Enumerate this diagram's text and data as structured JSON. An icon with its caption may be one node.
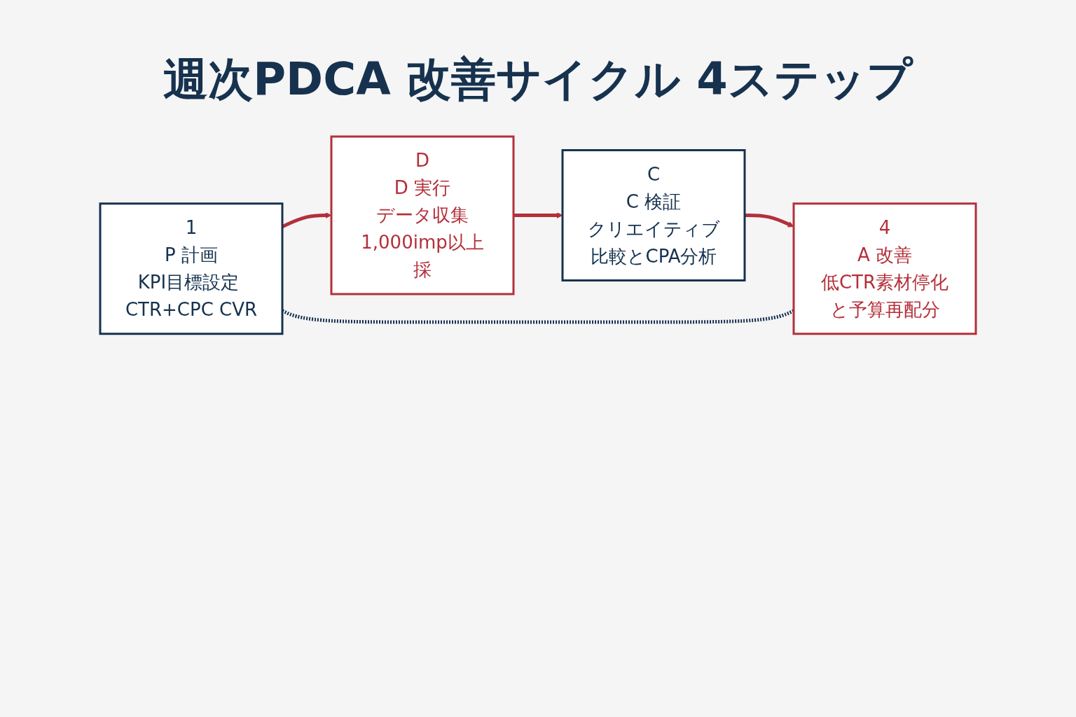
{
  "diagram": {
    "title": "週次PDCA 改善サイクル 4ステップ",
    "nodes": [
      {
        "text": [
          "1",
          "P 計画",
          "KPI目標設定 CTR+CPC CVR"
        ]
      },
      {
        "text": [
          "D",
          "D 実行",
          "データ収集1,000imp以上採"
        ]
      },
      {
        "text": [
          "C",
          "C 検証",
          "クリエイティブ比較とCPA分析"
        ]
      },
      {
        "text": [
          "4",
          "A 改善",
          "低CTR素材停化と予算再配分"
        ]
      }
    ],
    "edges": [
      {
        "from": 0,
        "to": 1,
        "arrow": "to"
      },
      {
        "from": 1,
        "to": 2,
        "arrow": "to"
      },
      {
        "from": 2,
        "to": 3,
        "arrow": "to"
      },
      {
        "from": 3,
        "to": 0,
        "arrow": "none",
        "style": "dashed",
        "color": "#16324f"
      }
    ]
  }
}
